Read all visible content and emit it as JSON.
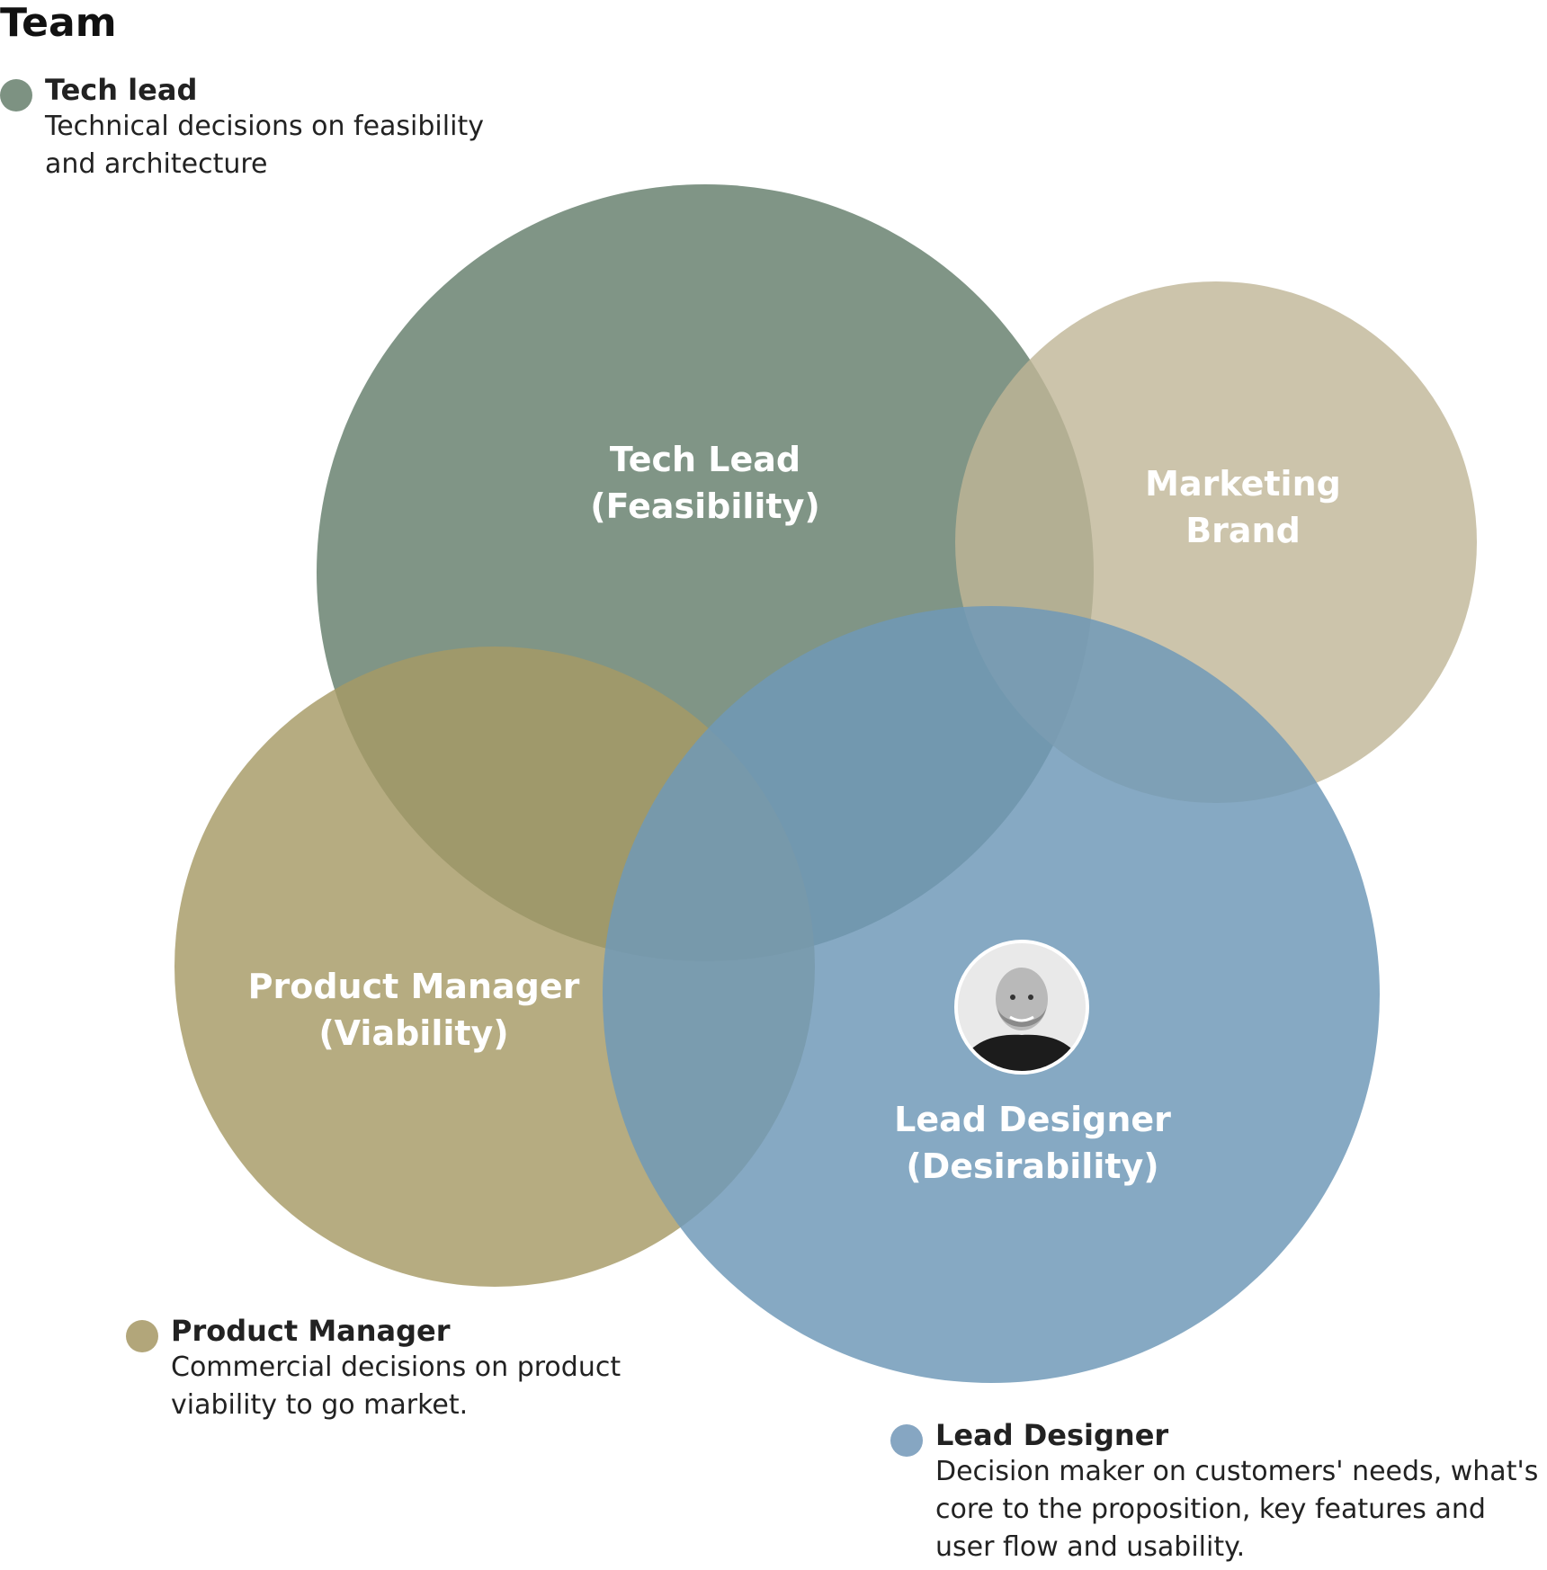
{
  "page": {
    "title": "Team"
  },
  "colors": {
    "tech": "#6e8675",
    "marketing": "#bfb596",
    "product": "#a69a65",
    "design": "#6f98b8"
  },
  "legend": [
    {
      "key": "tech",
      "name": "Tech lead",
      "desc": "Technical decisions on feasibility\nand architecture"
    },
    {
      "key": "product",
      "name": "Product Manager",
      "desc": "Commercial decisions on product\nviability to go market."
    },
    {
      "key": "design",
      "name": "Lead Designer",
      "desc": "Decision maker on customers' needs, what's\ncore to the proposition, key features and\nuser flow and usability."
    }
  ],
  "circles": {
    "tech": {
      "label": "Tech Lead\n(Feasibility)"
    },
    "marketing": {
      "label": "Marketing\nBrand"
    },
    "product": {
      "label": "Product Manager\n(Viability)"
    },
    "design": {
      "label": "Lead Designer\n(Desirability)"
    }
  },
  "avatar": {
    "icon": "person-photo-icon"
  }
}
